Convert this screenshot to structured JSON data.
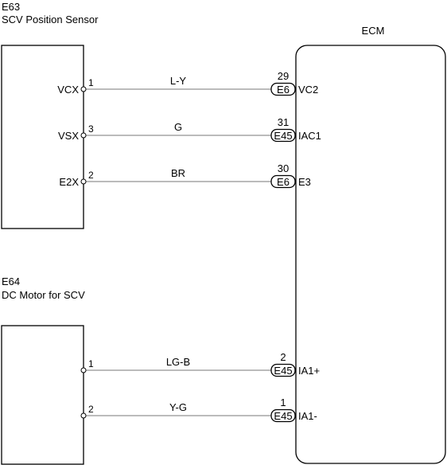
{
  "components": {
    "e63": {
      "code": "E63",
      "name": "SCV Position Sensor"
    },
    "e64": {
      "code": "E64",
      "name": "DC Motor for SCV"
    },
    "ecm": {
      "name": "ECM"
    }
  },
  "wires": [
    {
      "component_pin_name": "VCX",
      "component_pin_num": "1",
      "color": "L-Y",
      "connector": "E6",
      "ecm_pin_num": "29",
      "ecm_terminal": "VC2"
    },
    {
      "component_pin_name": "VSX",
      "component_pin_num": "3",
      "color": "G",
      "connector": "E45",
      "ecm_pin_num": "31",
      "ecm_terminal": "IAC1"
    },
    {
      "component_pin_name": "E2X",
      "component_pin_num": "2",
      "color": "BR",
      "connector": "E6",
      "ecm_pin_num": "30",
      "ecm_terminal": "E3"
    },
    {
      "component_pin_name": "",
      "component_pin_num": "1",
      "color": "LG-B",
      "connector": "E45",
      "ecm_pin_num": "2",
      "ecm_terminal": "IA1+"
    },
    {
      "component_pin_name": "",
      "component_pin_num": "2",
      "color": "Y-G",
      "connector": "E45",
      "ecm_pin_num": "1",
      "ecm_terminal": "IA1-"
    }
  ]
}
